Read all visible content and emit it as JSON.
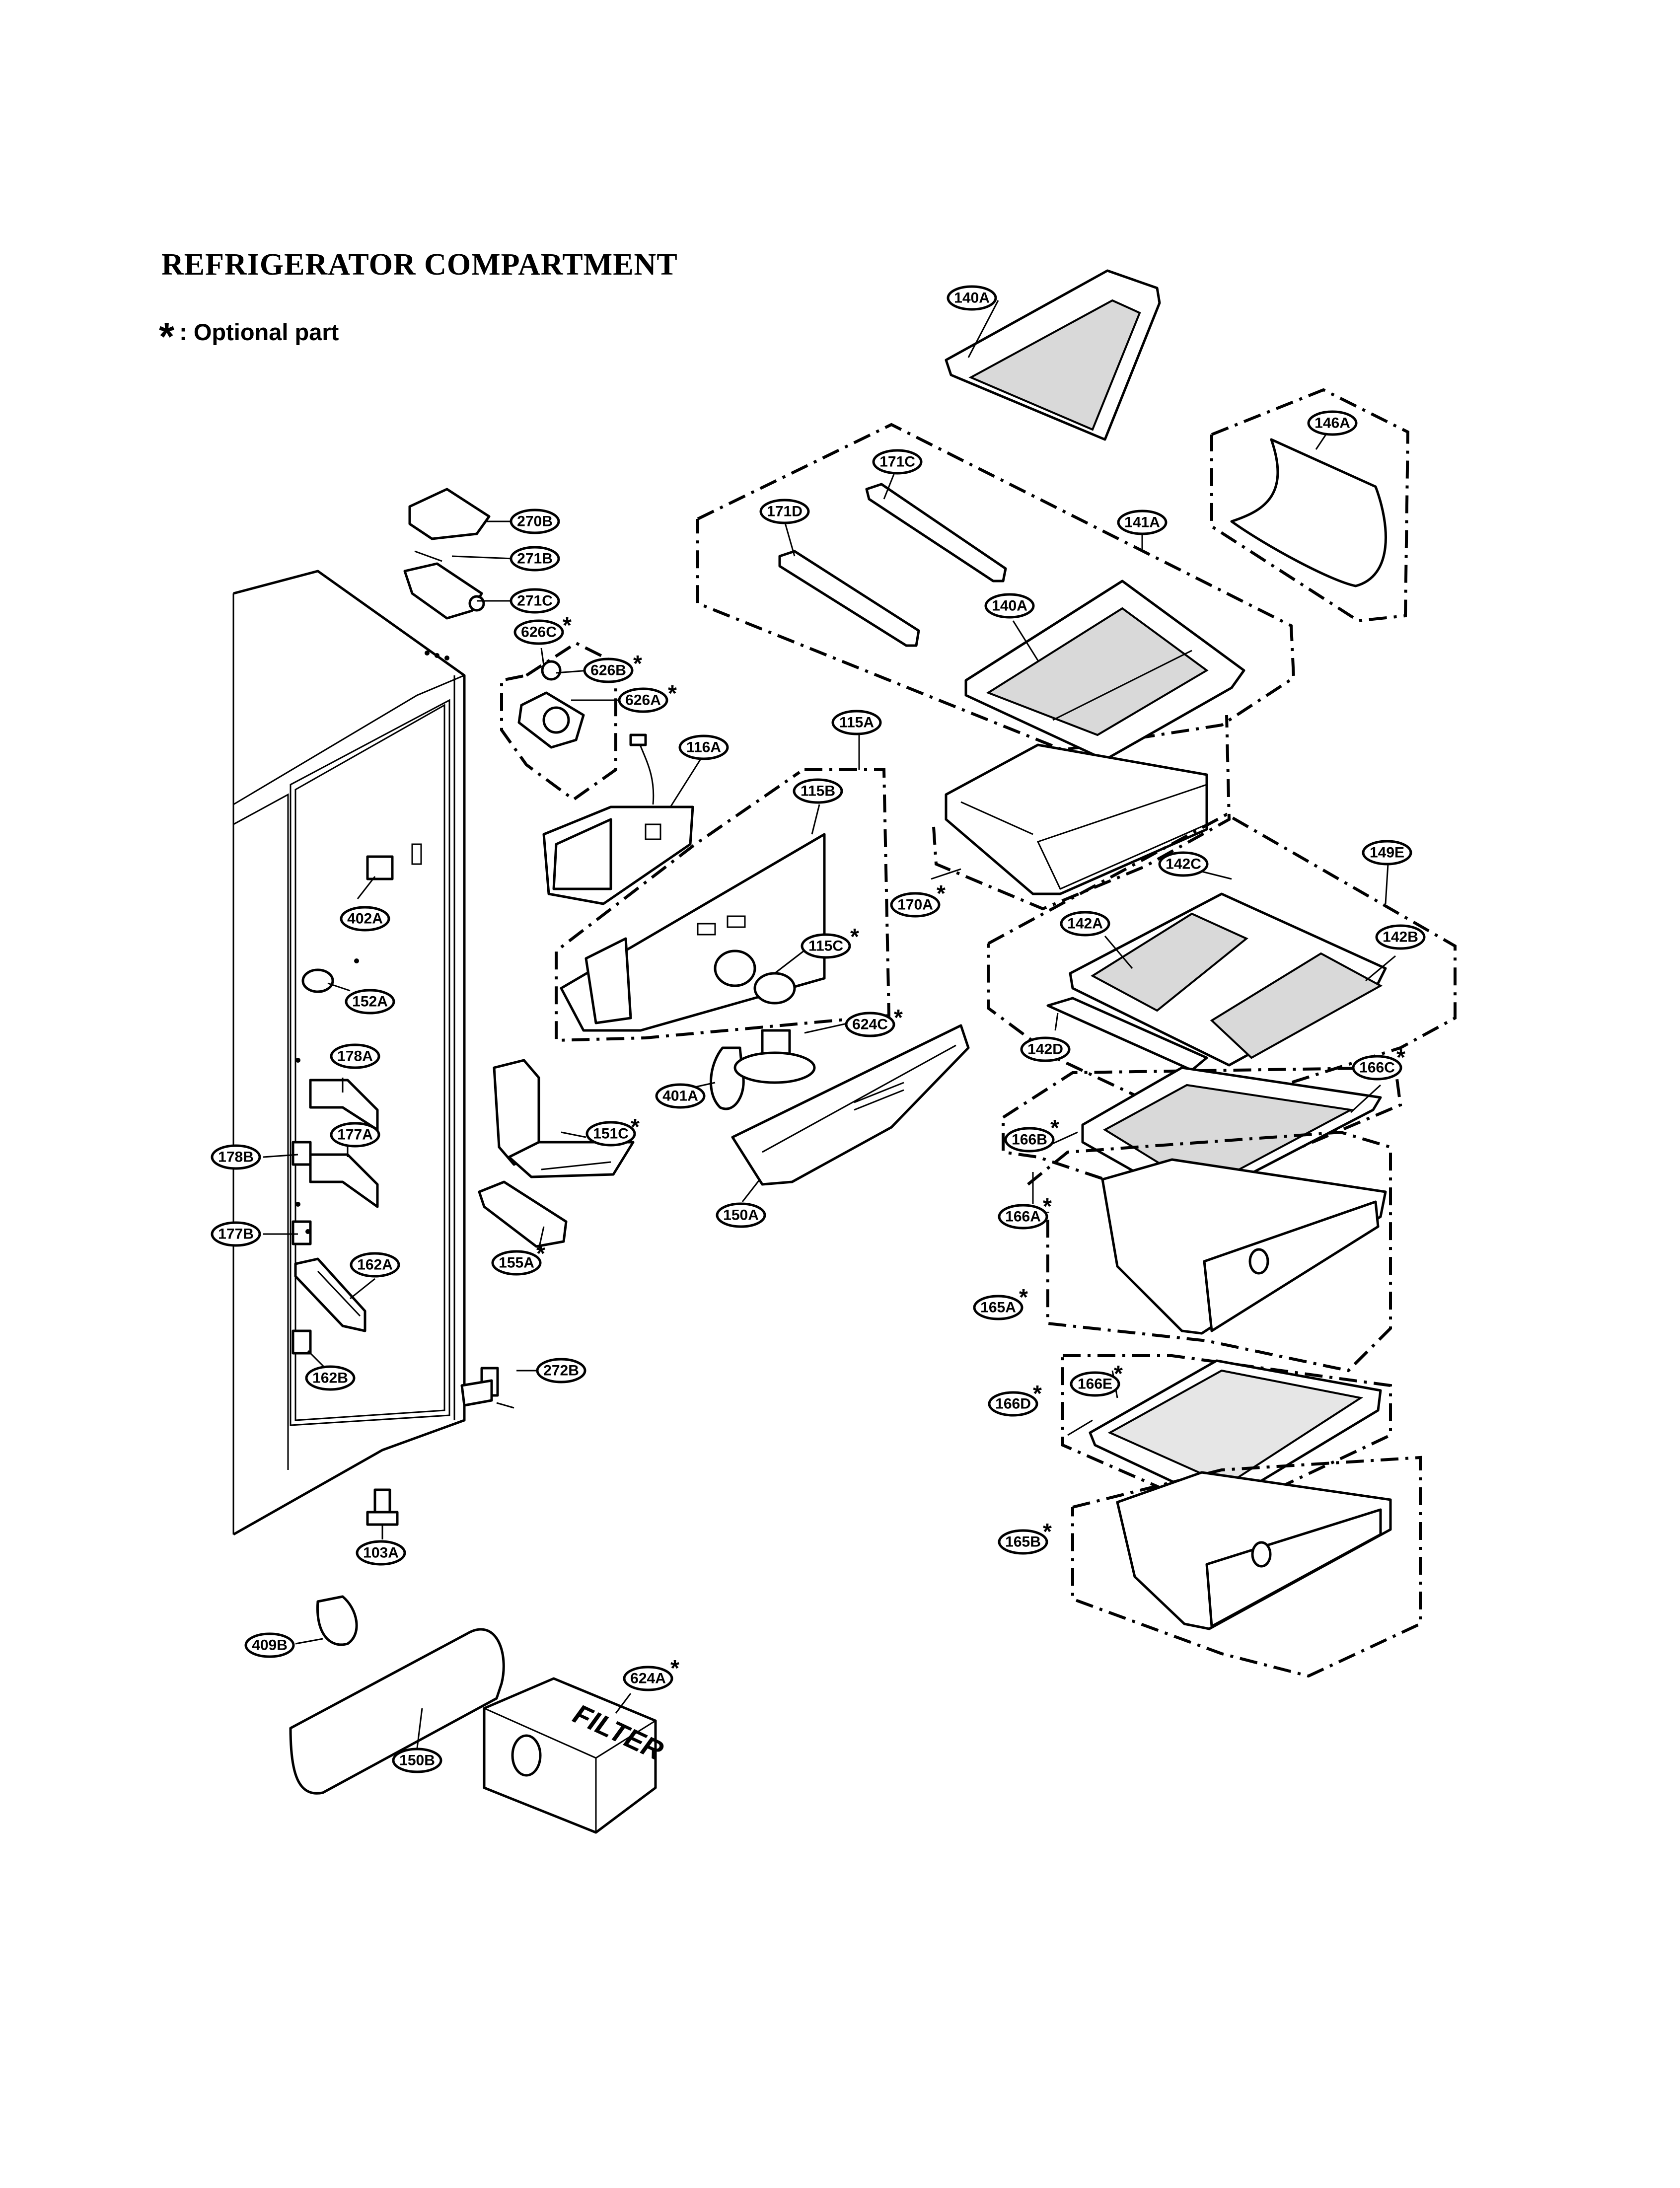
{
  "title": "REFRIGERATOR COMPARTMENT",
  "legend": {
    "symbol": "*",
    "text": ": Optional part"
  },
  "filter_text": "FILTER",
  "labels": {
    "140A_top": "140A",
    "146A": "146A",
    "141A": "141A",
    "171C": "171C",
    "171D": "171D",
    "140A_mid": "140A",
    "270B": "270B",
    "271B": "271B",
    "271C": "271C",
    "626C": "626C",
    "626B": "626B",
    "626A": "626A",
    "116A": "116A",
    "115A": "115A",
    "115B": "115B",
    "115C": "115C",
    "624C": "624C",
    "401A": "401A",
    "150A": "150A",
    "170A": "170A",
    "149E": "149E",
    "142C": "142C",
    "142A": "142A",
    "142B": "142B",
    "142D": "142D",
    "166C": "166C",
    "166B": "166B",
    "166A": "166A",
    "165A": "165A",
    "166D": "166D",
    "166E": "166E",
    "165B": "165B",
    "402A": "402A",
    "152A": "152A",
    "178A": "178A",
    "177A": "177A",
    "178B": "178B",
    "177B": "177B",
    "151C": "151C",
    "155A": "155A",
    "162A": "162A",
    "162B": "162B",
    "272B": "272B",
    "103A": "103A",
    "409B": "409B",
    "150B": "150B",
    "624A": "624A"
  }
}
